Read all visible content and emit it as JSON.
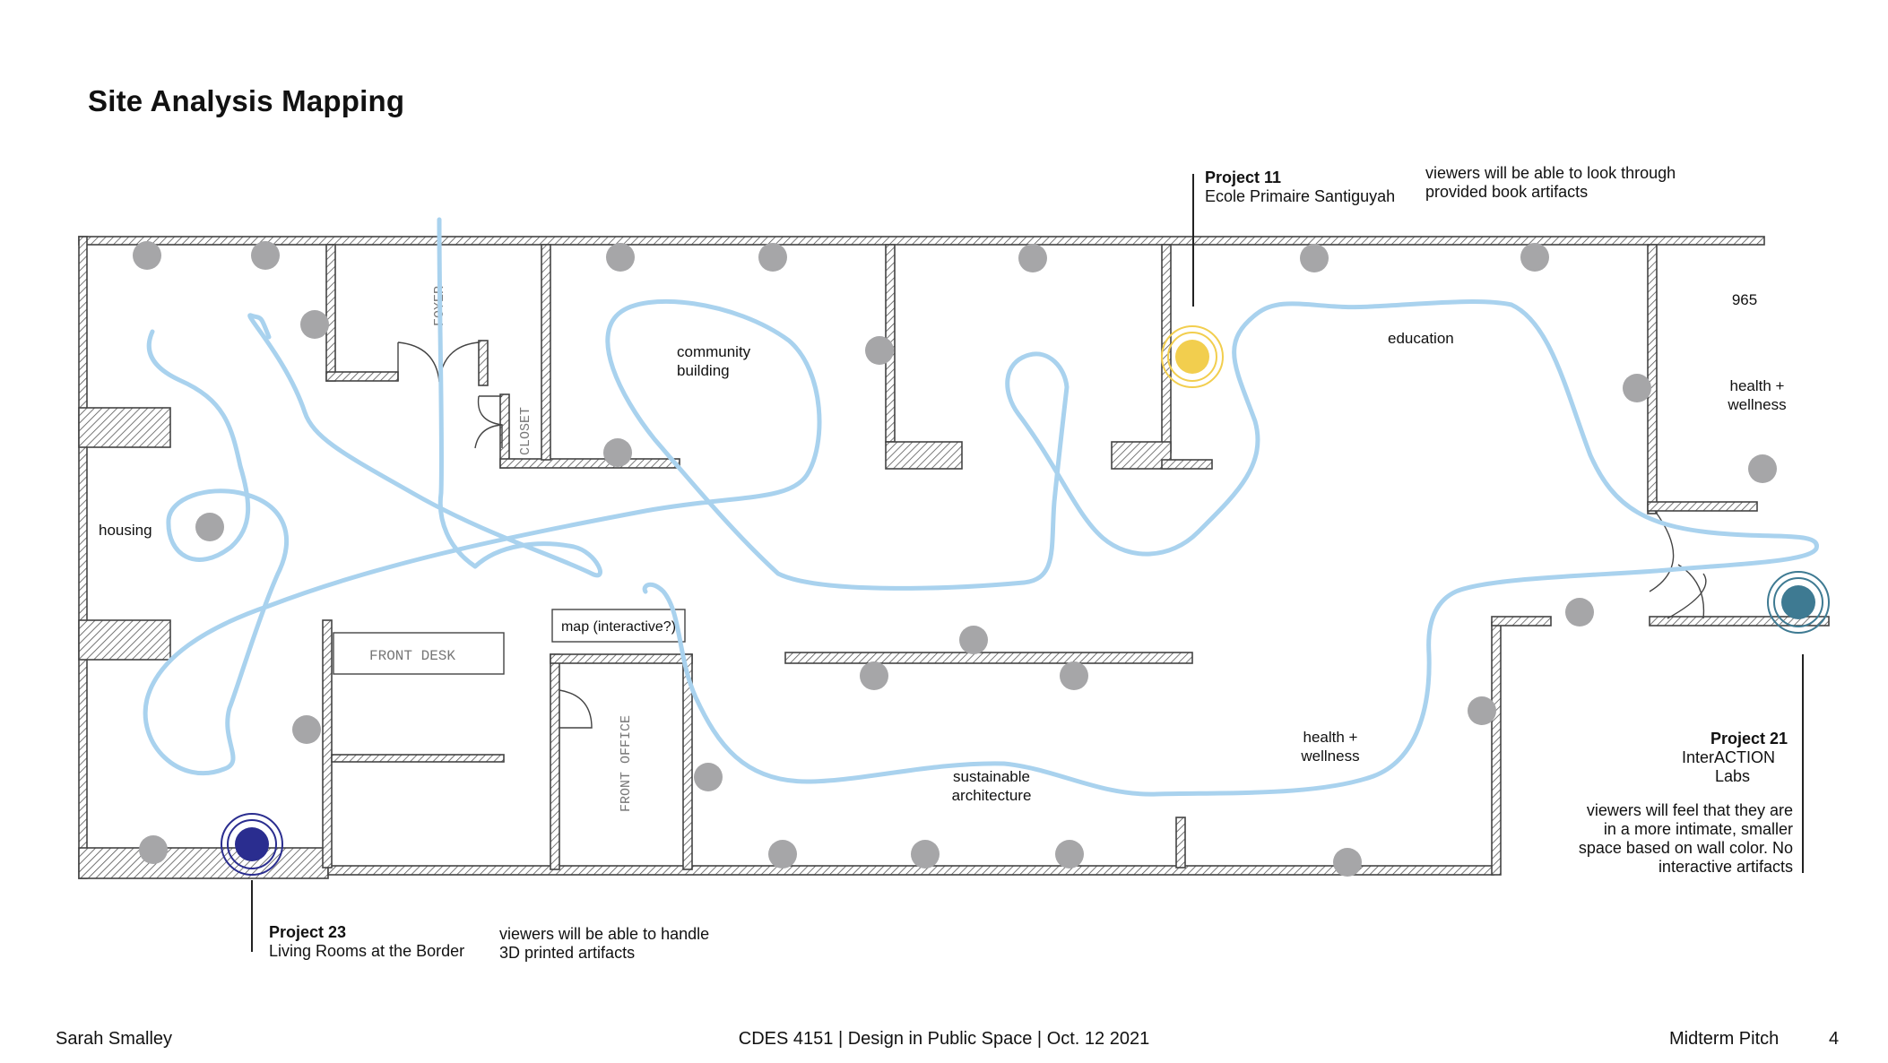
{
  "page": {
    "title": "Site Analysis Mapping",
    "page_number": "4"
  },
  "footer": {
    "author": "Sarah Smalley",
    "course": "CDES 4151 | Design in Public Space | Oct. 12 2021",
    "subtitle": "Midterm Pitch"
  },
  "rooms": {
    "foyer": "FOYER",
    "closet": "CLOSET",
    "front_desk": "FRONT DESK",
    "front_office": "FRONT OFFICE",
    "map_label": "map (interactive?)",
    "room_number": "965"
  },
  "zones": {
    "housing": "housing",
    "community_1": "community",
    "community_2": "building",
    "education": "education",
    "health_top_1": "health +",
    "health_top_2": "wellness",
    "health_bottom_1": "health +",
    "health_bottom_2": "wellness",
    "sustainable_1": "sustainable",
    "sustainable_2": "architecture"
  },
  "projects": {
    "p11": {
      "title": "Project 11",
      "name": "Ecole Primaire Santiguyah",
      "note_1": "viewers will be able to look through",
      "note_2": "provided book artifacts",
      "color": "#F2CE4E"
    },
    "p21": {
      "title": "Project 21",
      "name_1": "InterACTION",
      "name_2": "Labs",
      "note_1": "viewers will feel that they are",
      "note_2": "in a more intimate, smaller",
      "note_3": "space based on wall color. No",
      "note_4": "interactive artifacts",
      "color": "#3E7A92"
    },
    "p23": {
      "title": "Project 23",
      "name": "Living Rooms at the Border",
      "note_1": "viewers will be able to handle",
      "note_2": "3D printed artifacts",
      "color": "#2A2D8F"
    }
  },
  "colors": {
    "path": "#A9D2EE",
    "fixture": "#A6A6A8",
    "wall": "#555555"
  }
}
